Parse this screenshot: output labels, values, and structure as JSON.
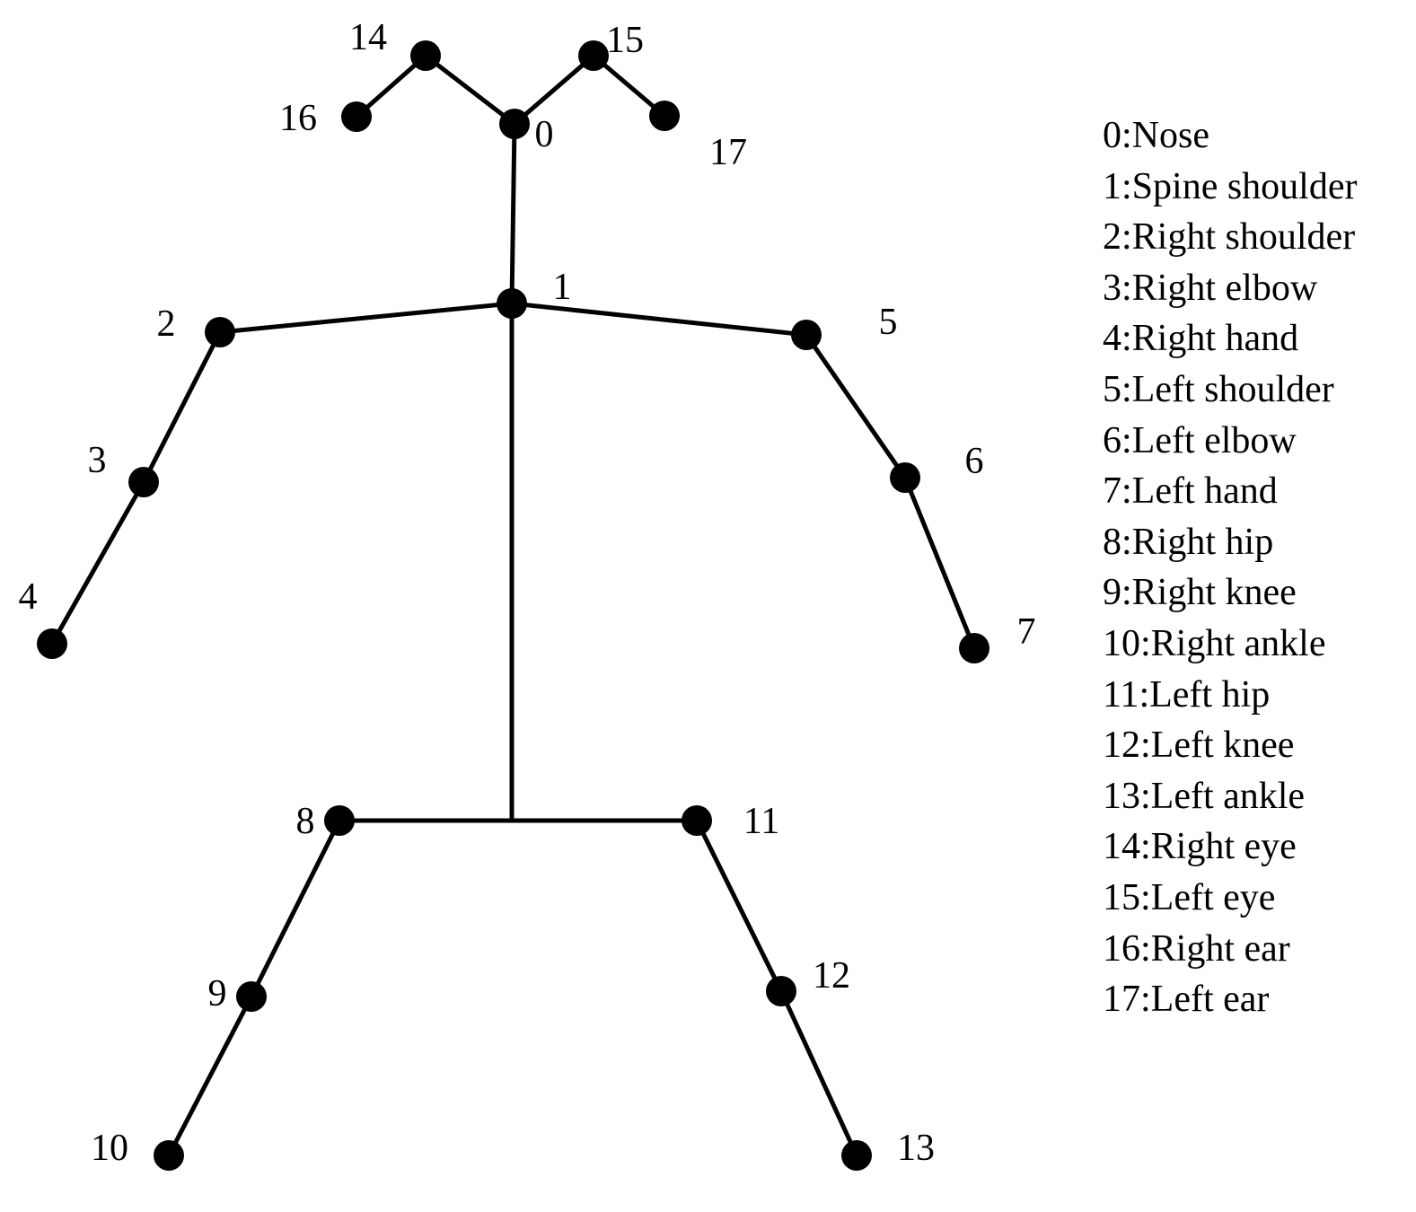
{
  "colors": {
    "line": "#000000",
    "joint": "#000000",
    "background": "#ffffff"
  },
  "joints": [
    {
      "id": "0",
      "label": "0"
    },
    {
      "id": "1",
      "label": "1"
    },
    {
      "id": "2",
      "label": "2"
    },
    {
      "id": "3",
      "label": "3"
    },
    {
      "id": "4",
      "label": "4"
    },
    {
      "id": "5",
      "label": "5"
    },
    {
      "id": "6",
      "label": "6"
    },
    {
      "id": "7",
      "label": "7"
    },
    {
      "id": "8",
      "label": "8"
    },
    {
      "id": "9",
      "label": "9"
    },
    {
      "id": "10",
      "label": "10"
    },
    {
      "id": "11",
      "label": "11"
    },
    {
      "id": "12",
      "label": "12"
    },
    {
      "id": "13",
      "label": "13"
    },
    {
      "id": "14",
      "label": "14"
    },
    {
      "id": "15",
      "label": "15"
    },
    {
      "id": "16",
      "label": "16"
    },
    {
      "id": "17",
      "label": "17"
    }
  ],
  "connections": [
    [
      "0",
      "1"
    ],
    [
      "1",
      "2"
    ],
    [
      "2",
      "3"
    ],
    [
      "3",
      "4"
    ],
    [
      "1",
      "5"
    ],
    [
      "5",
      "6"
    ],
    [
      "6",
      "7"
    ],
    [
      "1",
      "hip-center"
    ],
    [
      "hip-center",
      "8"
    ],
    [
      "8",
      "9"
    ],
    [
      "9",
      "10"
    ],
    [
      "hip-center",
      "11"
    ],
    [
      "11",
      "12"
    ],
    [
      "12",
      "13"
    ],
    [
      "0",
      "14"
    ],
    [
      "14",
      "16"
    ],
    [
      "0",
      "15"
    ],
    [
      "15",
      "17"
    ]
  ],
  "legend": [
    "0:Nose",
    "1:Spine shoulder",
    "2:Right shoulder",
    "3:Right elbow",
    "4:Right hand",
    "5:Left shoulder",
    "6:Left elbow",
    "7:Left hand",
    "8:Right hip",
    "9:Right knee",
    "10:Right ankle",
    "11:Left hip",
    "12:Left knee",
    "13:Left ankle",
    "14:Right eye",
    "15:Left eye",
    "16:Right ear",
    "17:Left ear"
  ]
}
